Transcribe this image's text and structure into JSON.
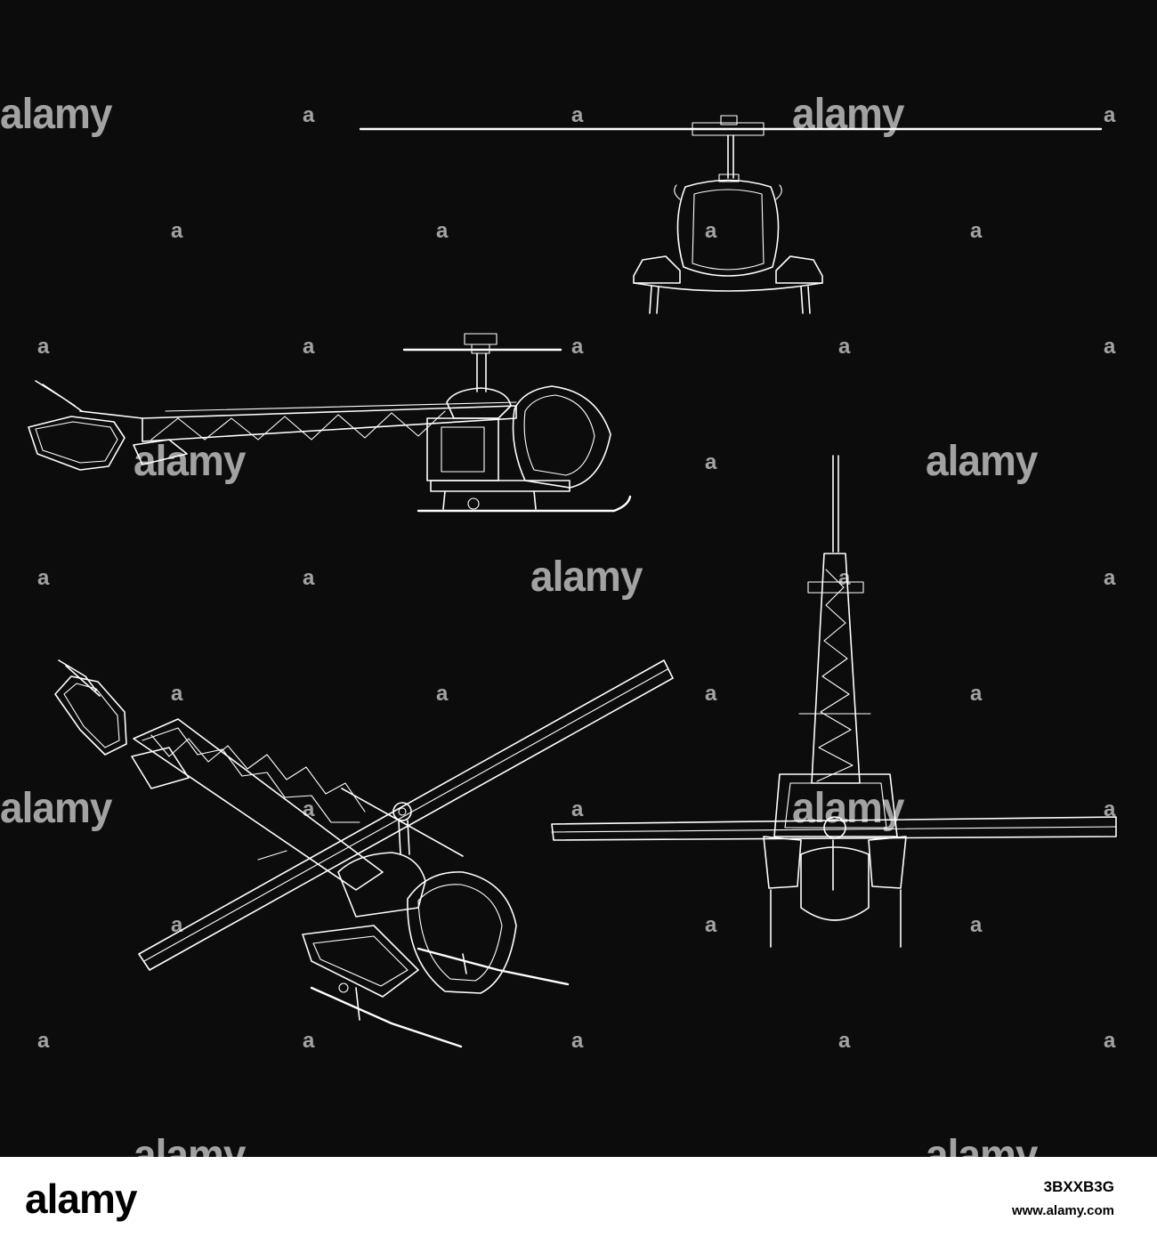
{
  "watermark": {
    "brand": "alamy",
    "mark": "a"
  },
  "footer": {
    "logo": "alamy",
    "image_id": "3BXXB3G",
    "url": "www.alamy.com"
  },
  "colors": {
    "background": "#0c0c0c",
    "line": "#ffffff",
    "footer": "#ffffff"
  }
}
